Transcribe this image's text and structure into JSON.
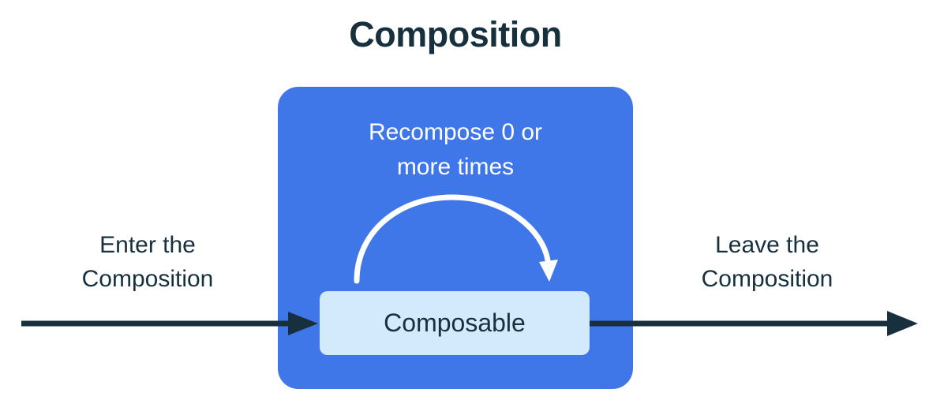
{
  "title": "Composition",
  "colors": {
    "ink": "#16303e",
    "container_blue": "#3f76e8",
    "composable_fill": "#d3e9fc",
    "arc_white": "#ffffff",
    "background": "#ffffff"
  },
  "container": {
    "recompose_lines": [
      "Recompose 0 or",
      "more times"
    ]
  },
  "composable": {
    "label": "Composable"
  },
  "enter": {
    "lines": [
      "Enter the",
      "Composition"
    ]
  },
  "leave": {
    "lines": [
      "Leave the",
      "Composition"
    ]
  },
  "icons": {
    "enter_arrow": "arrow-right-icon",
    "leave_arrow": "arrow-right-icon",
    "recompose_arc": "clockwise-arc-arrow-icon"
  }
}
